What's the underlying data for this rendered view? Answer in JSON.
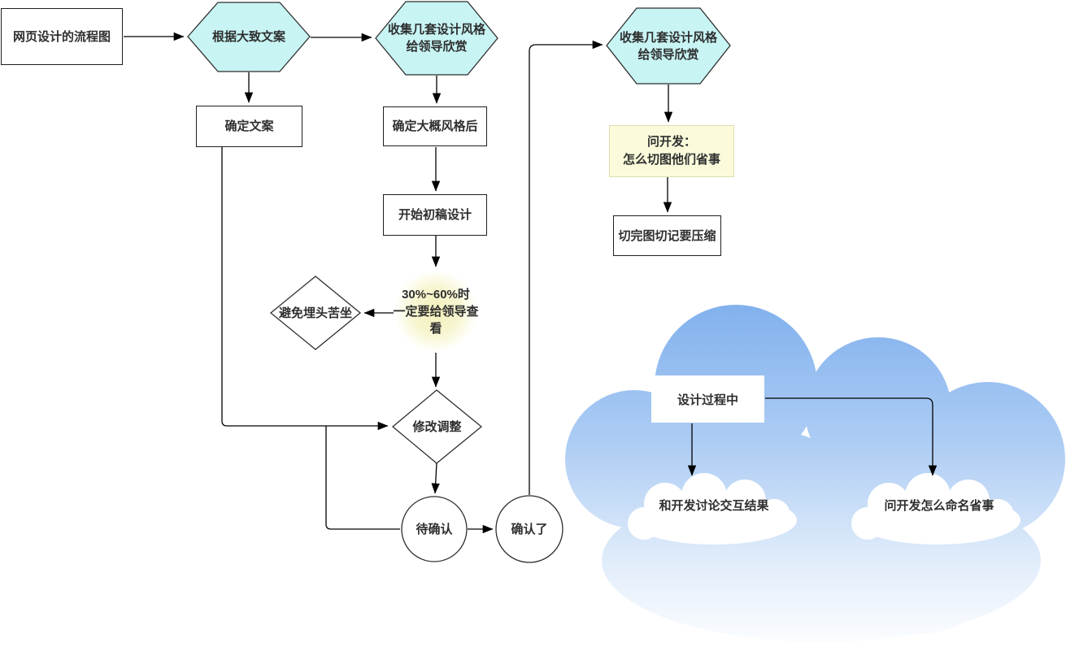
{
  "diagram": {
    "nodes": {
      "start": "网页设计的流程图",
      "hex_brief": "根据大致文案",
      "hex_collect_styles": "收集几套设计风格\n给领导欣赏",
      "rect_confirm_copy": "确定文案",
      "rect_confirm_style": "确定大概风格后",
      "rect_start_draft": "开始初稿设计",
      "circle_review": "30%~60%时\n一定要给领导查\n看",
      "diamond_avoid": "避免埋头苦坐",
      "diamond_adjust": "修改调整",
      "circle_pending": "待确认",
      "circle_confirmed": "确认了",
      "hex_collect_styles_2": "收集几套设计风格\n给领导欣赏",
      "rect_ask_dev_slicing": "问开发：\n怎么切图他们省事",
      "rect_compress": "切完图切记要压缩",
      "rect_in_design": "设计过程中",
      "cloud_discuss_interaction": "和开发讨论交互结果",
      "cloud_ask_naming": "问开发怎么命名省事"
    },
    "colors": {
      "hexagon_fill": "#c8f4f4",
      "highlight_yellow_fill": "#fbfbdc",
      "highlight_yellow_border": "#dedeb0",
      "review_circle_center": "#f3f0bb",
      "cloud_blue_top": "#81b1ed",
      "cloud_blue_bottom": "#ffffff",
      "inner_cloud_fill": "#ffffff",
      "line": "#000000",
      "shape_border": "#2f2f2f",
      "text": "#2f2f2f",
      "background": "#ffffff"
    }
  }
}
